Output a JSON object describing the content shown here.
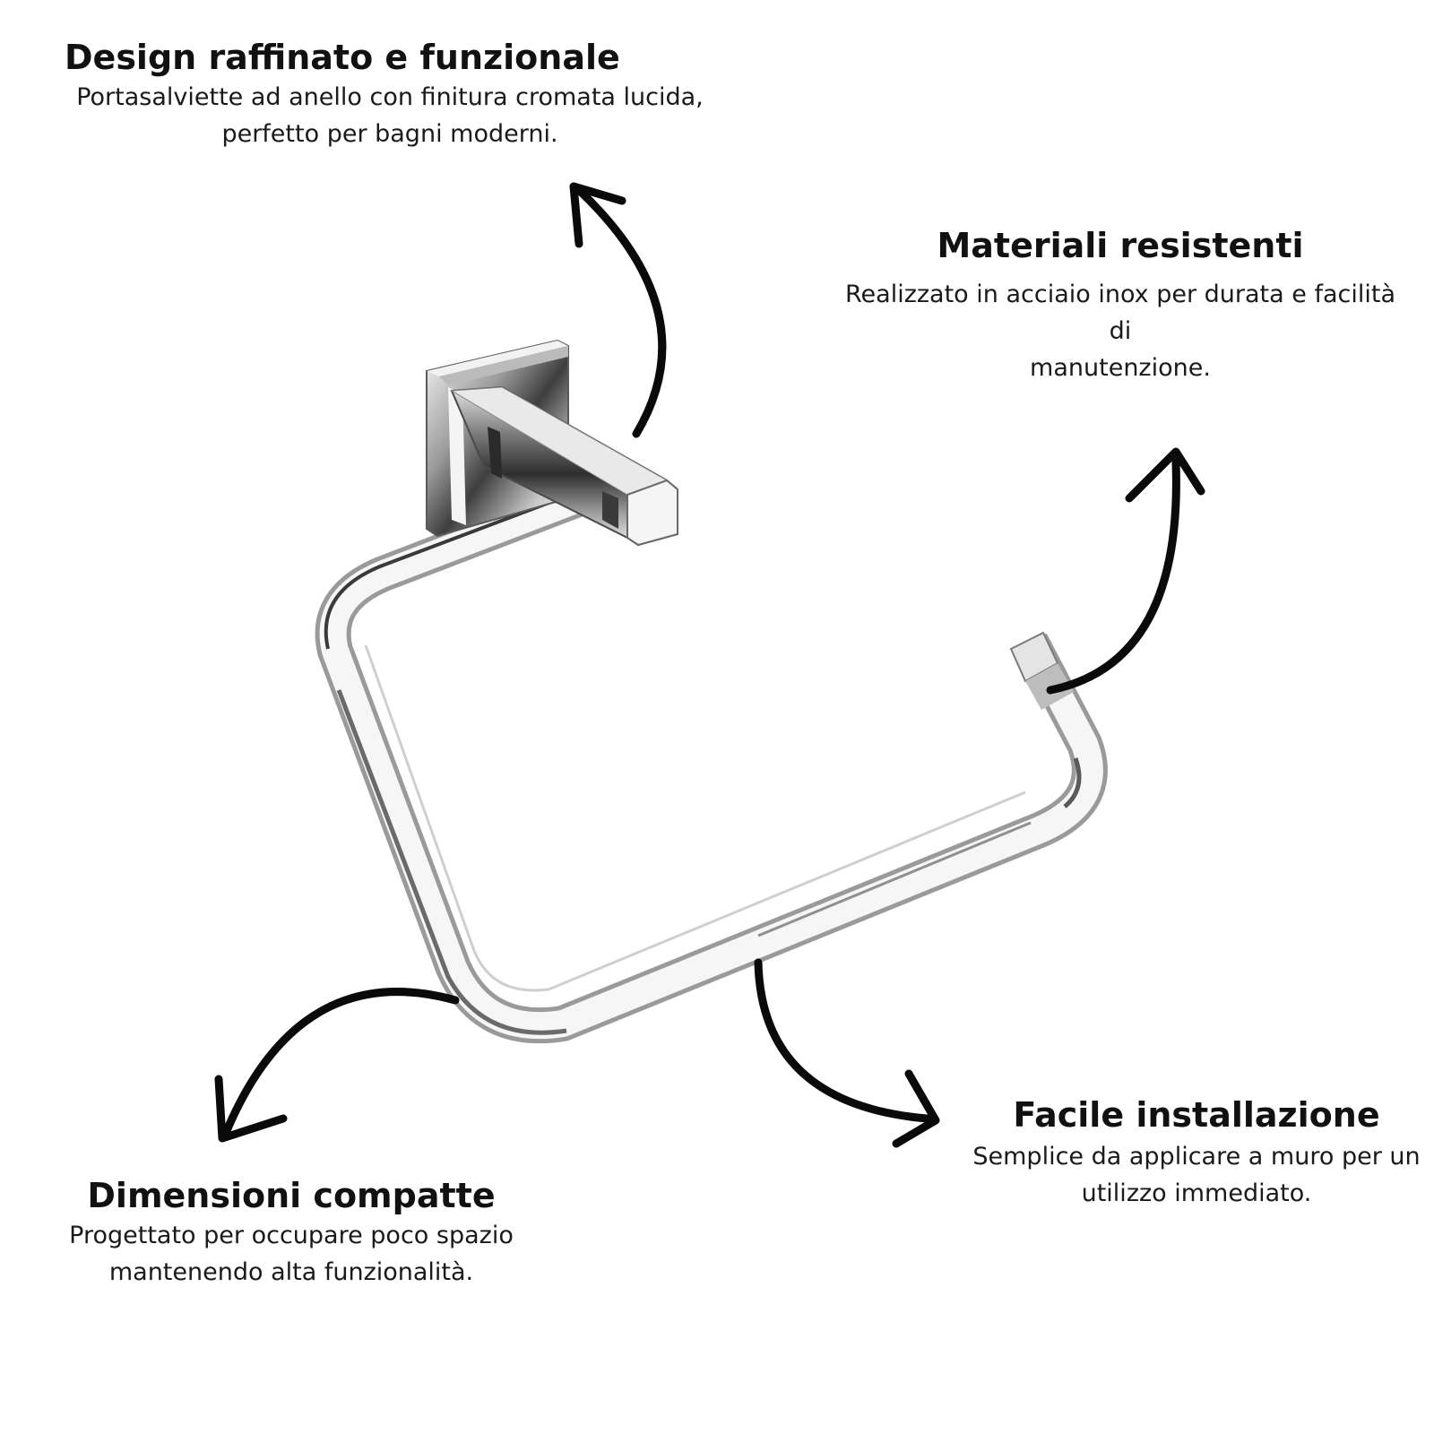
{
  "features": {
    "design": {
      "title": "Design raffinato e funzionale",
      "line1": "Portasalviette ad anello con finitura cromata lucida,",
      "line2": "perfetto per bagni moderni."
    },
    "materiali": {
      "title": "Materiali resistenti",
      "line1": "Realizzato in acciaio inox per durata e facilità di",
      "line2": "manutenzione."
    },
    "facile": {
      "title": "Facile installazione",
      "line1": "Semplice da applicare a muro per un",
      "line2": "utilizzo immediato."
    },
    "dimensioni": {
      "title": "Dimensioni compatte",
      "line1": "Progettato per occupare poco spazio",
      "line2": "mantenendo alta funzionalità."
    }
  },
  "colors": {
    "background": "#ffffff",
    "text": "#111111",
    "arrow": "#0a0a0a",
    "chrome_light": "#f4f4f4",
    "chrome_dark": "#6e6e6e"
  }
}
